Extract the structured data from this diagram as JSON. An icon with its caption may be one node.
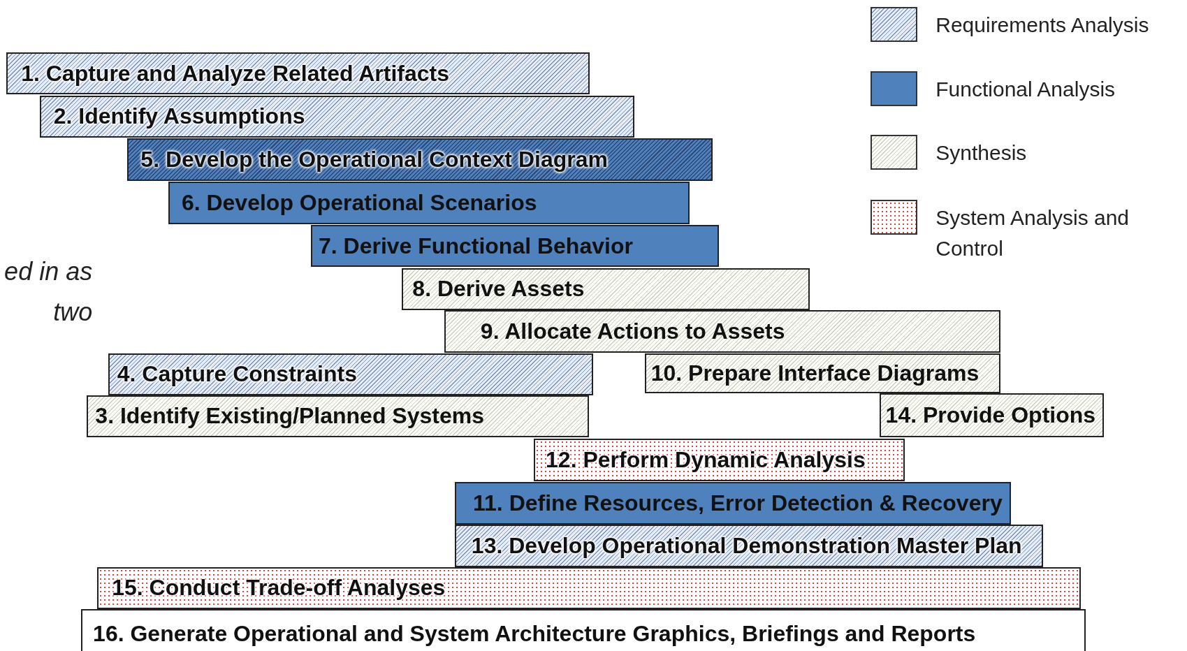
{
  "diagram": {
    "nodes": [
      {
        "text": [
          "1. Capture and Analyze Related Artifacts"
        ]
      },
      {
        "text": [
          "2. Identify Assumptions"
        ]
      },
      {
        "text": [
          "5. Develop the Operational Context Diagram"
        ]
      },
      {
        "text": [
          "6. Develop Operational Scenarios"
        ]
      },
      {
        "text": [
          "7. Derive Functional Behavior"
        ]
      },
      {
        "text": [
          "8. Derive Assets"
        ]
      },
      {
        "text": [
          "9. Allocate Actions to Assets"
        ]
      },
      {
        "text": [
          "4. Capture Constraints"
        ]
      },
      {
        "text": [
          "10. Prepare Interface Diagrams"
        ]
      },
      {
        "text": [
          "3. Identify Existing/Planned Systems"
        ]
      },
      {
        "text": [
          "14. Provide Options"
        ]
      },
      {
        "text": [
          "12. Perform Dynamic Analysis"
        ]
      },
      {
        "text": [
          "11. Define Resources, Error Detection & Recovery"
        ]
      },
      {
        "text": [
          "13. Develop Operational Demonstration Master Plan"
        ]
      },
      {
        "text": [
          "15. Conduct Trade-off Analyses"
        ]
      },
      {
        "text": [
          "16. Generate Operational and System Architecture Graphics, Briefings and Reports"
        ]
      }
    ],
    "labels": [
      "ed in as two"
    ],
    "legend": [
      {
        "text": "Requirements Analysis"
      },
      {
        "text": "Functional Analysis",
        "color": "#4f81bd"
      },
      {
        "text": "Synthesis"
      },
      {
        "text": "System Analysis and Control"
      }
    ]
  }
}
